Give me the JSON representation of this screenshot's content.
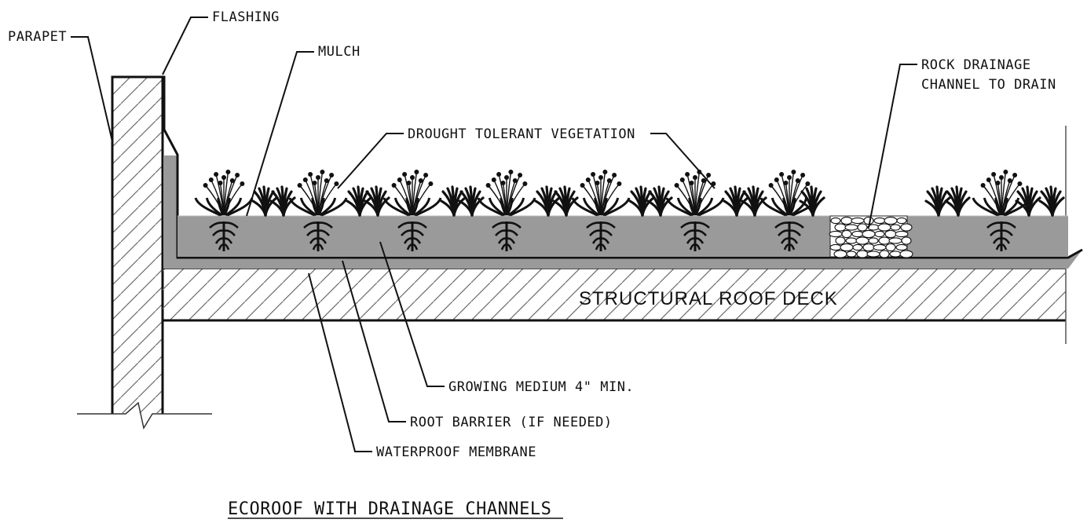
{
  "diagram": {
    "title": "ECOROOF WITH DRAINAGE CHANNELS",
    "labels": {
      "parapet": "PARAPET",
      "flashing": "FLASHING",
      "mulch": "MULCH",
      "vegetation": "DROUGHT TOLERANT VEGETATION",
      "drainage_line1": "ROCK DRAINAGE",
      "drainage_line2": "CHANNEL TO DRAIN",
      "deck": "STRUCTURAL ROOF DECK",
      "growing_medium": "GROWING MEDIUM 4\" MIN.",
      "root_barrier": "ROOT BARRIER (IF NEEDED)",
      "membrane": "WATERPROOF MEMBRANE"
    },
    "colors": {
      "line": "#111111",
      "growing_medium": "#9a9a9a",
      "hatch": "#6b6b6b",
      "rock_fill": "#ffffff",
      "background": "#ffffff"
    },
    "icons": [
      "plant-icon",
      "root-icon",
      "rock-icon"
    ]
  }
}
